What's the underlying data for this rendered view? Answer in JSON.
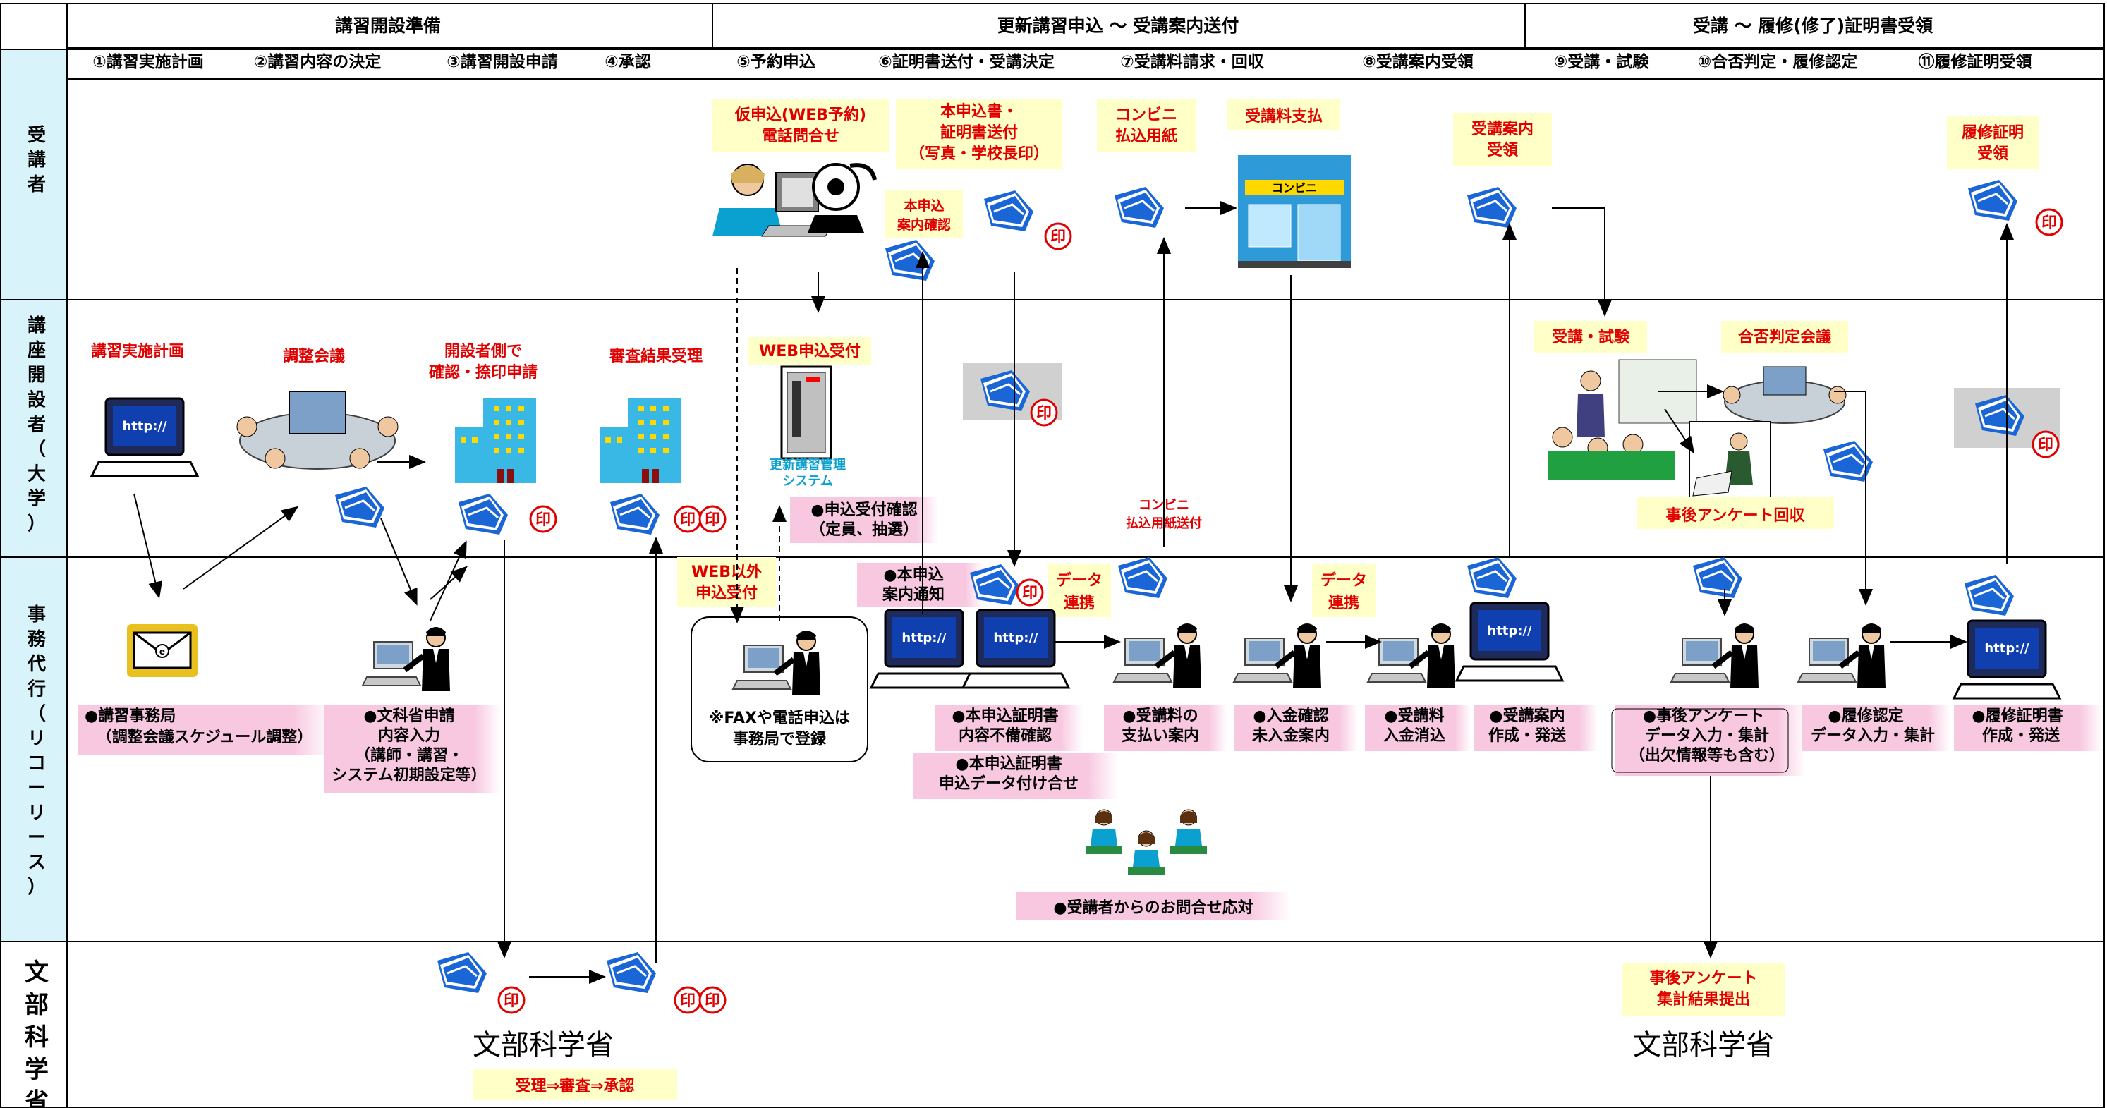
{
  "header": {
    "phases": [
      "講習開設準備",
      "更新講習申込 〜 受講案内送付",
      "受講 〜 履修(修了)証明書受領"
    ],
    "steps": [
      "①講習実施計画",
      "②講習内容の決定",
      "③講習開設申請",
      "④承認",
      "⑤予約申込",
      "⑥証明書送付・受講決定",
      "⑦受講料請求・回収",
      "⑧受講案内受領",
      "⑨受講・試験",
      "⑩合否判定・履修認定",
      "⑪履修証明受領"
    ]
  },
  "lanes": [
    "受講者",
    "講座開設者（大学）",
    "事務代行（リコーリース）",
    "文部科学省"
  ],
  "labels": {
    "jukosha_kari": [
      "仮申込(WEB予約)",
      "電話問合せ"
    ],
    "jukosha_hon": [
      "本申込書・",
      "証明書送付",
      "（写真・学校長印）"
    ],
    "konbini_yoshi": [
      "コンビニ",
      "払込用紙"
    ],
    "jukoryo_shiharai": "受講料支払",
    "jukoannai_juryo": [
      "受講案内",
      "受領"
    ],
    "rishu_juryo": [
      "履修証明",
      "受領"
    ],
    "honmoushikomi_kakunin": [
      "本申込",
      "案内確認"
    ],
    "koshu_keikaku": "講習実施計画",
    "chosei_kaigi": "調整会議",
    "kaisetsusha_kakunin": [
      "開設者側で",
      "確認・捺印申請"
    ],
    "shinsa_juri": "審査結果受理",
    "web_uketsuke": "WEB申込受付",
    "system_name": [
      "更新講習管理",
      "システム"
    ],
    "moushikomi_kakunin": [
      "●申込受付確認",
      "（定員、抽選）"
    ],
    "konbini_sofu": [
      "コンビニ",
      "払込用紙送付"
    ],
    "juko_shiken": "受講・試験",
    "gouhi_kaigi": "合否判定会議",
    "anketo_kaishu": "事後アンケート回収",
    "web_igai": [
      "WEB以外",
      "申込受付"
    ],
    "data_renkei": [
      "データ",
      "連携"
    ],
    "hon_annai": [
      "●本申込",
      "案内通知"
    ],
    "fax_note": [
      "※FAXや電話申込は",
      "事務局で登録"
    ],
    "jimukyoku": [
      "●講習事務局",
      "（調整会議スケジュール調整）"
    ],
    "monka_shinsei": [
      "●文科省申請",
      "内容入力",
      "（講師・講習・",
      "システム初期設定等）"
    ],
    "hon_fubi": [
      "●本申込証明書",
      "内容不備確認"
    ],
    "hon_awase": [
      "●本申込証明書",
      "申込データ付け合せ"
    ],
    "shiharai_annai": [
      "●受講料の",
      "支払い案内"
    ],
    "nyukin": [
      "●入金確認",
      "未入金案内"
    ],
    "shokeshi": [
      "●受講料",
      "入金消込"
    ],
    "annai_sakusei": [
      "●受講案内",
      "作成・発送"
    ],
    "anketo_input": [
      "●事後アンケート",
      "データ入力・集計",
      "（出欠情報等も含む）"
    ],
    "rishu_nintei": [
      "●履修認定",
      "データ入力・集計"
    ],
    "rishu_shomei": [
      "●履修証明書",
      "作成・発送"
    ],
    "toiawase": "●受講者からのお問合せ応対",
    "monka": "文部科学省",
    "juri": "受理⇒審査⇒承認",
    "anketo_teishutsu": [
      "事後アンケート",
      "集計結果提出"
    ],
    "stamp": "印",
    "http": "http://",
    "konbini_sign": "コンビニ"
  },
  "colors": {
    "lane_header": "#d8f4fa",
    "label_bg_yellow": "#ffffc8",
    "pink": "#f8c8e0",
    "envelope": "#1a66d6",
    "building": "#39b8e6",
    "stamp": "#e00000"
  },
  "icons": [
    "envelope-icon",
    "stamp-icon",
    "computer-icon",
    "building-icon",
    "person-icon",
    "server-icon",
    "store-icon",
    "meeting-icon"
  ]
}
